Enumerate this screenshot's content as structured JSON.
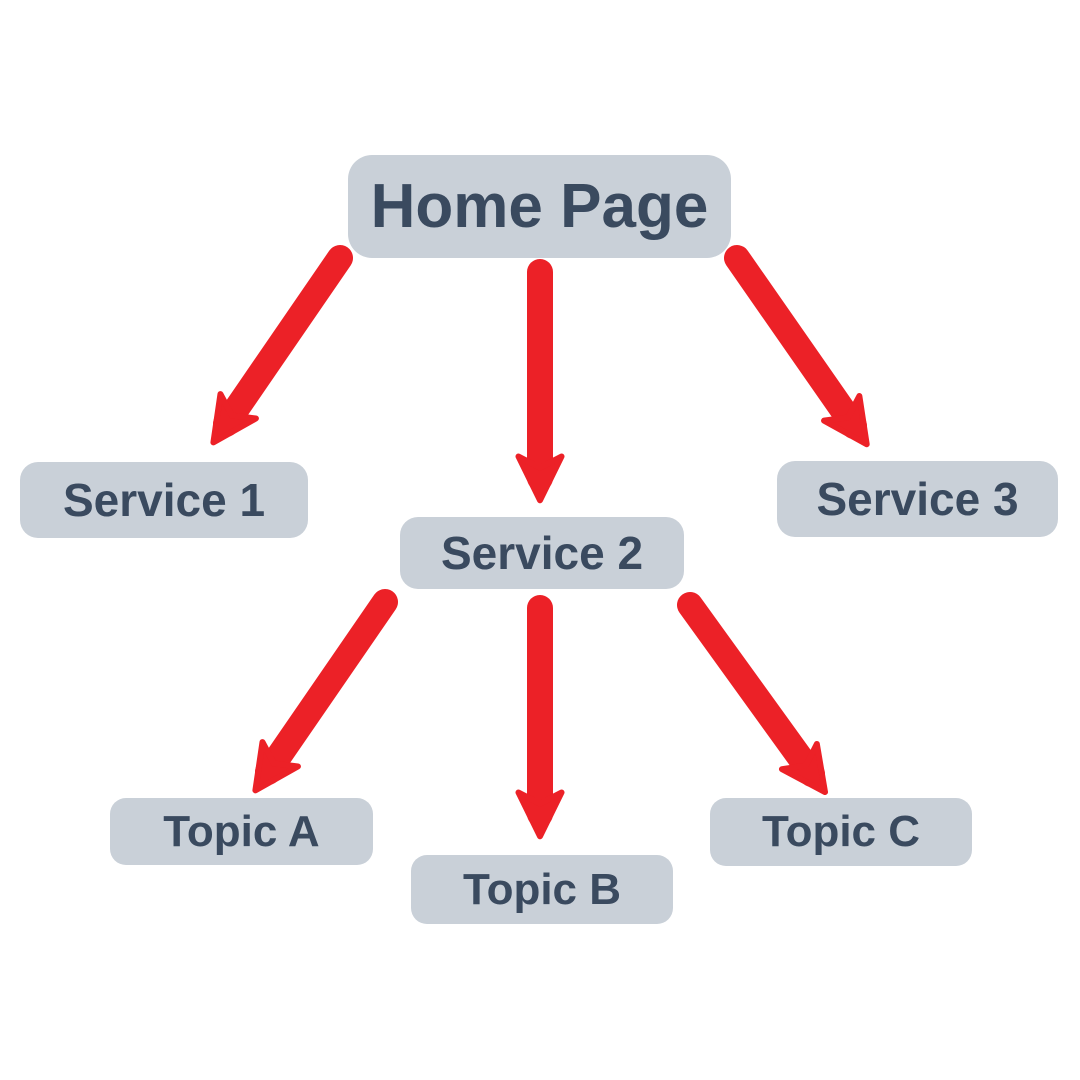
{
  "diagram": {
    "type": "sitemap-flowchart",
    "nodes": [
      {
        "id": "home",
        "label": "Home Page"
      },
      {
        "id": "service1",
        "label": "Service 1"
      },
      {
        "id": "service2",
        "label": "Service 2"
      },
      {
        "id": "service3",
        "label": "Service 3"
      },
      {
        "id": "topicA",
        "label": "Topic A"
      },
      {
        "id": "topicB",
        "label": "Topic B"
      },
      {
        "id": "topicC",
        "label": "Topic C"
      }
    ],
    "edges": [
      {
        "from": "home",
        "to": "service1"
      },
      {
        "from": "home",
        "to": "service2"
      },
      {
        "from": "home",
        "to": "service3"
      },
      {
        "from": "service2",
        "to": "topicA"
      },
      {
        "from": "service2",
        "to": "topicB"
      },
      {
        "from": "service2",
        "to": "topicC"
      }
    ],
    "colors": {
      "background": "#ffffff",
      "node_fill": "#c9d0d8",
      "node_text": "#3a4a5f",
      "arrow": "#ec2127"
    }
  }
}
